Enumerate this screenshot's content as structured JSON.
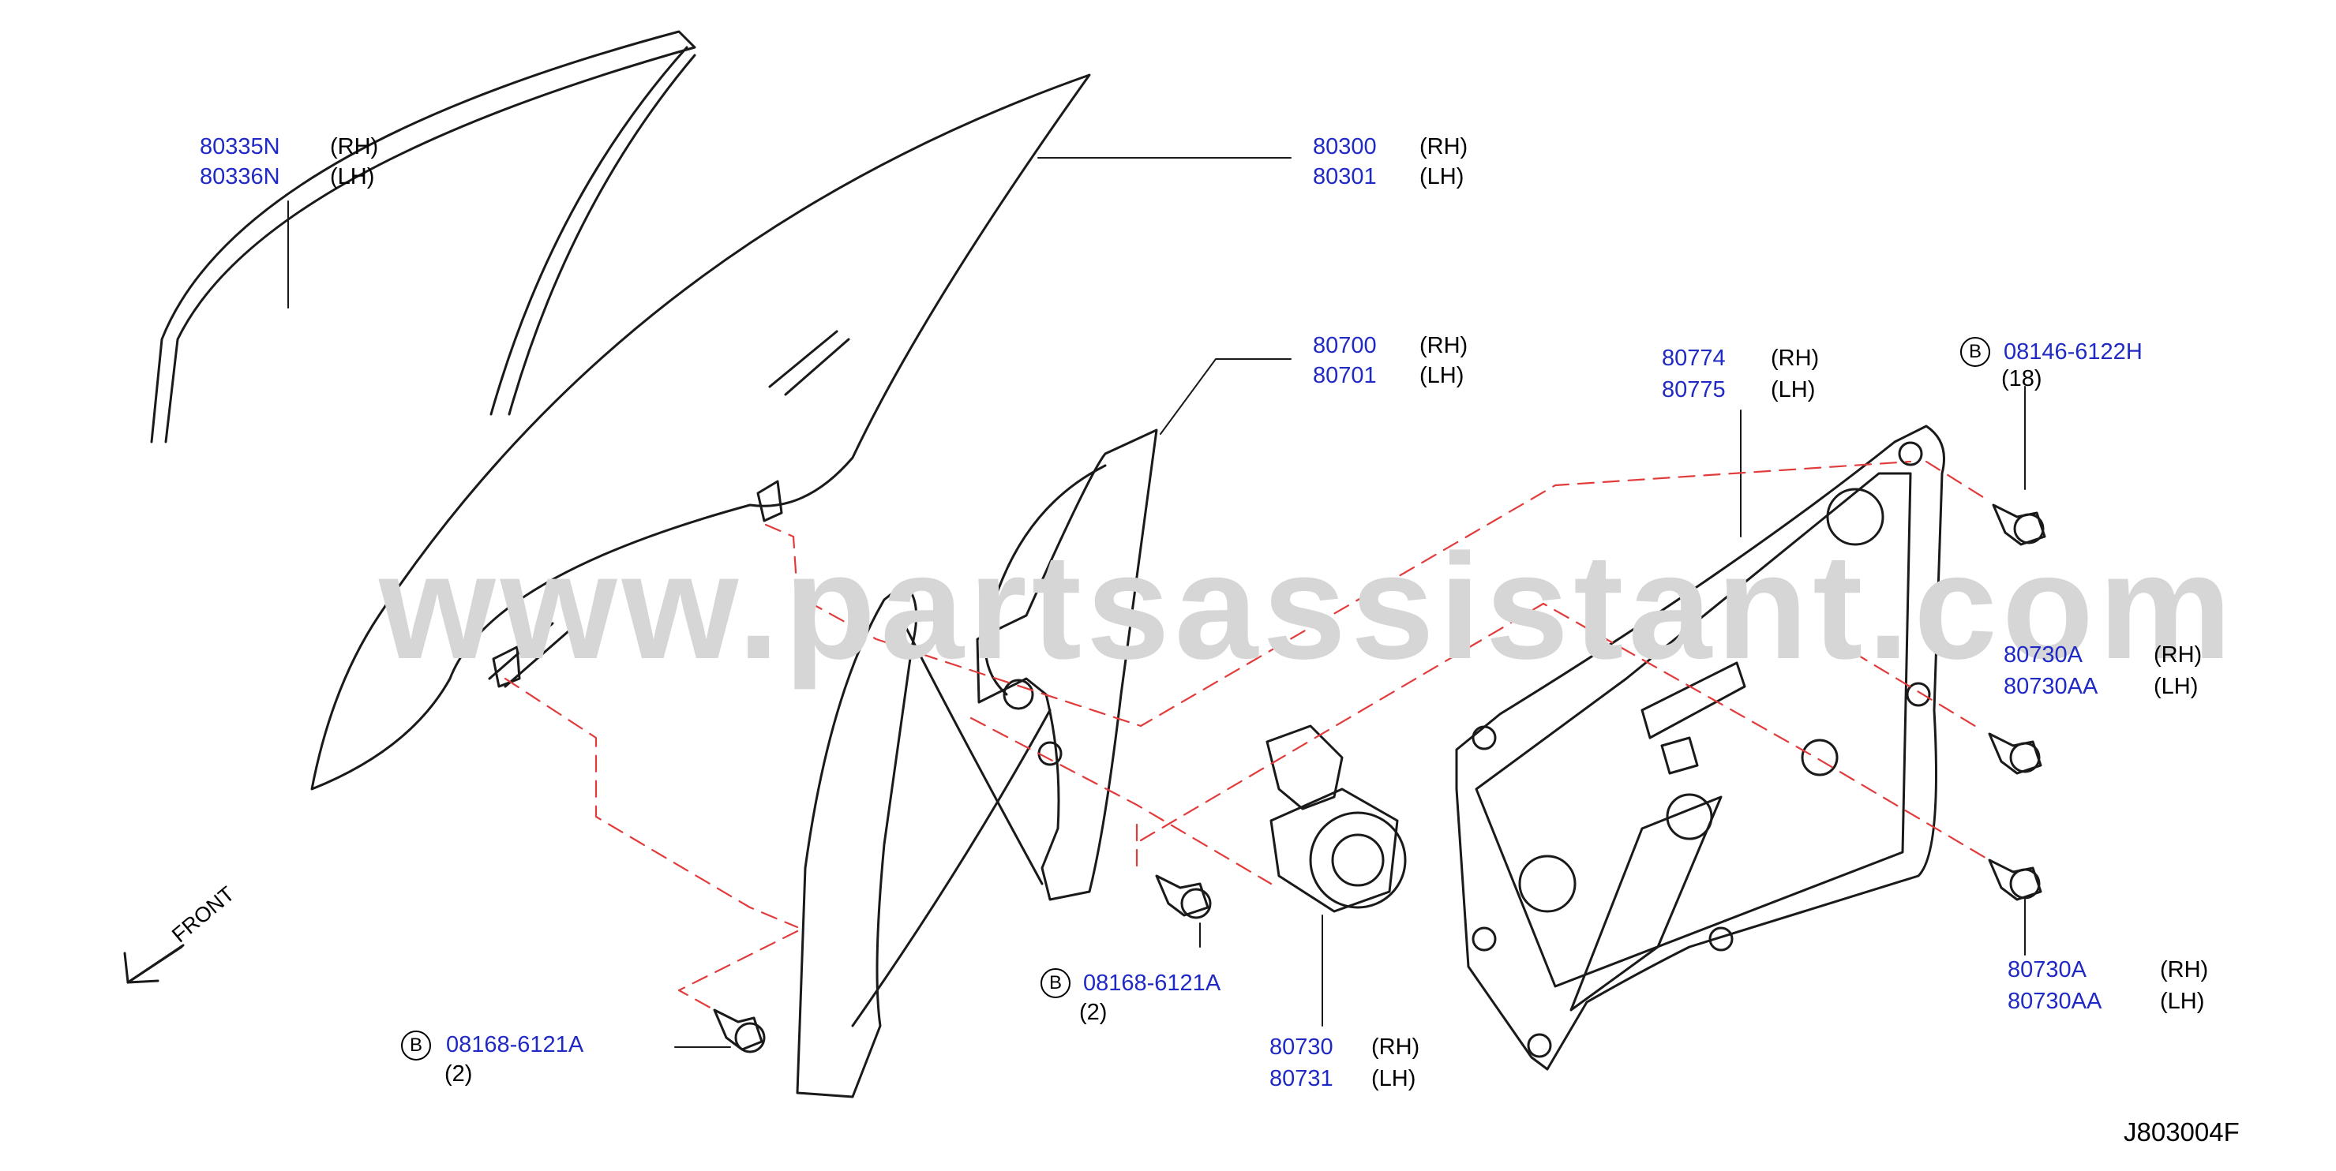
{
  "watermark": "www.partsassistant.com",
  "diagram_code": "J803004F",
  "front_label": "FRONT",
  "callouts": [
    {
      "id": "sash",
      "pn": "80335N",
      "side": "(RH)",
      "pn2": "80336N",
      "side2": "(LH)"
    },
    {
      "id": "glass",
      "pn": "80300",
      "side": "(RH)",
      "pn2": "80301",
      "side2": "(LH)"
    },
    {
      "id": "regulator",
      "pn": "80700",
      "side": "(RH)",
      "pn2": "80701",
      "side2": "(LH)"
    },
    {
      "id": "module",
      "pn": "80774",
      "side": "(RH)",
      "pn2": "80775",
      "side2": "(LH)"
    },
    {
      "id": "bolt-b-top",
      "badge": "B",
      "pn": "08146-6122H",
      "qty": "(18)"
    },
    {
      "id": "bolt-mid",
      "pn": "80730A",
      "side": "(RH)",
      "pn2": "80730AA",
      "side2": "(LH)"
    },
    {
      "id": "bolt-low",
      "pn": "80730A",
      "side": "(RH)",
      "pn2": "80730AA",
      "side2": "(LH)"
    },
    {
      "id": "bolt-b-center",
      "badge": "B",
      "pn": "08168-6121A",
      "qty": "(2)"
    },
    {
      "id": "bolt-b-left",
      "badge": "B",
      "pn": "08168-6121A",
      "qty": "(2)"
    },
    {
      "id": "motor",
      "pn": "80730",
      "side": "(RH)",
      "pn2": "80731",
      "side2": "(LH)"
    }
  ]
}
